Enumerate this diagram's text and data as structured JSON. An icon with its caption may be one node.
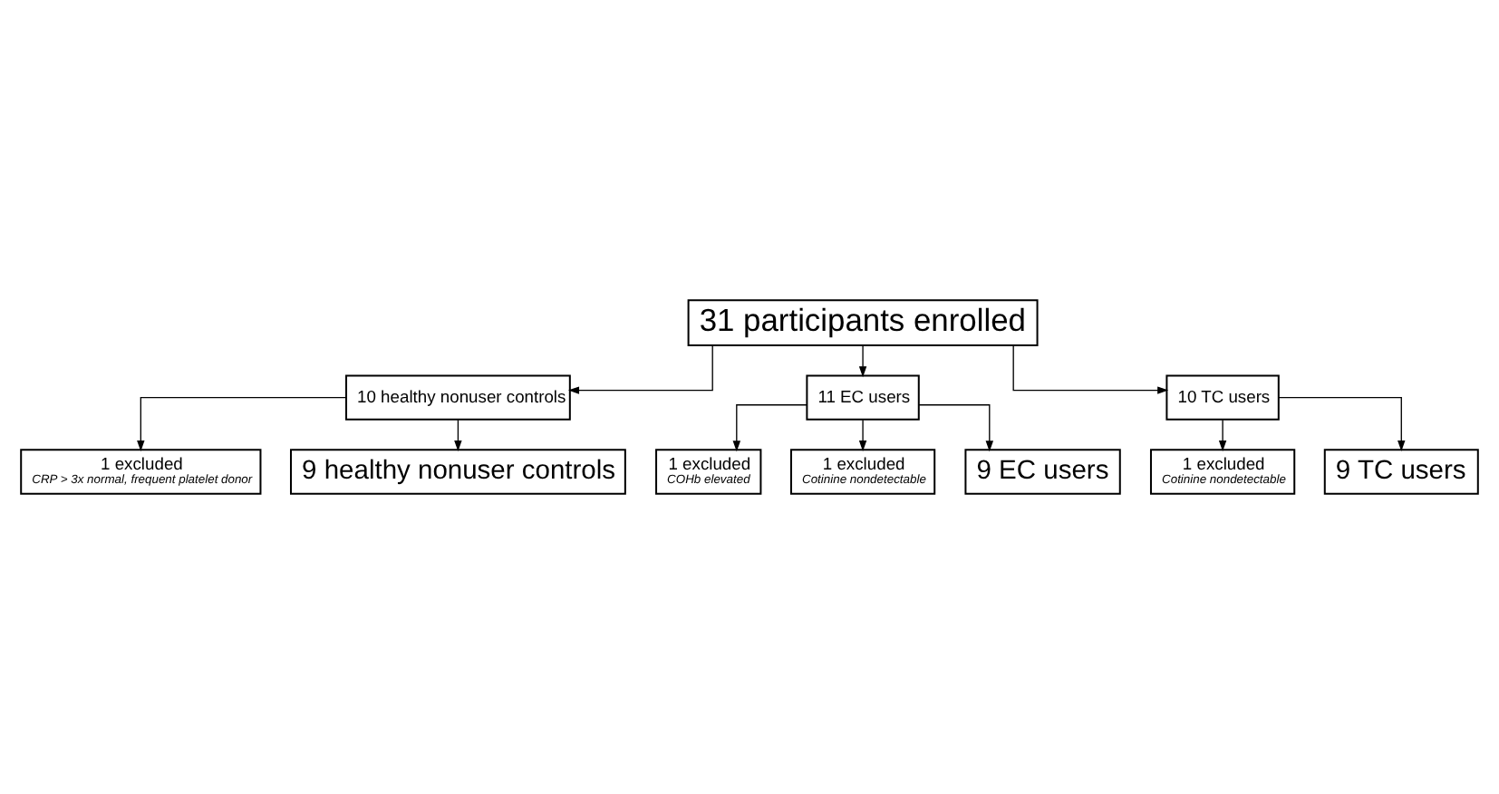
{
  "diagram": {
    "nodes": [
      {
        "text": [
          "31 participants enrolled"
        ]
      },
      {
        "text": [
          "10 healthy nonuser controls"
        ]
      },
      {
        "text": [
          "11 EC users"
        ]
      },
      {
        "text": [
          "10 TC users"
        ]
      },
      {
        "text": [
          "1 excluded",
          "COHb elevated"
        ]
      },
      {
        "text": [
          "1 excluded",
          "CRP > 3x normal, frequent platelet donor"
        ]
      },
      {
        "text": [
          "1 excluded",
          "Cotinine nondetectable"
        ]
      },
      {
        "text": [
          "1 excluded",
          "Cotinine nondetectable"
        ]
      },
      {
        "text": [
          "9 healthy nonuser controls"
        ]
      },
      {
        "text": [
          "9 EC users"
        ]
      },
      {
        "text": [
          "9 TC users"
        ]
      }
    ],
    "edges": [
      {
        "from": 0,
        "to": 1,
        "arrow": "to"
      },
      {
        "from": 0,
        "to": 2,
        "arrow": "to"
      },
      {
        "from": 0,
        "to": 3,
        "arrow": "to"
      },
      {
        "from": 1,
        "to": 5,
        "arrow": "to"
      },
      {
        "from": 1,
        "to": 8,
        "arrow": "to"
      },
      {
        "from": 2,
        "to": 4,
        "arrow": "to"
      },
      {
        "from": 2,
        "to": 7,
        "arrow": "to"
      },
      {
        "from": 2,
        "to": 9,
        "arrow": "to"
      },
      {
        "from": 3,
        "to": 6,
        "arrow": "to"
      },
      {
        "from": 3,
        "to": 10,
        "arrow": "to"
      }
    ]
  }
}
